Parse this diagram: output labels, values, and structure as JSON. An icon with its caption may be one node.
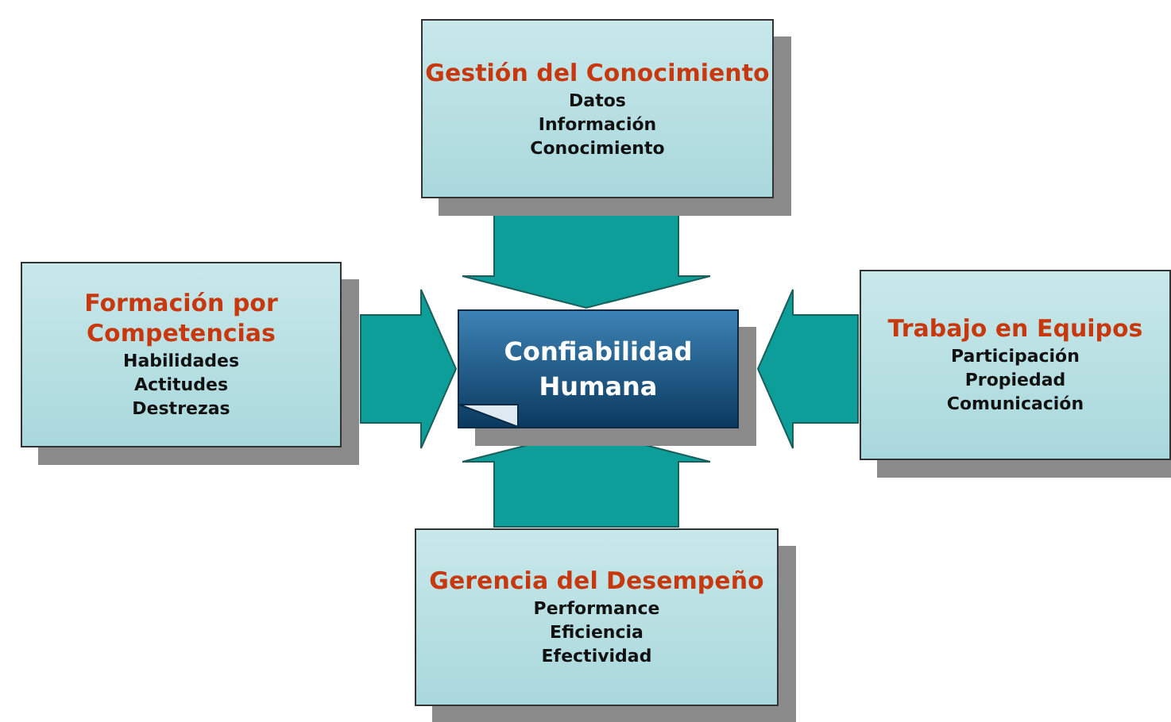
{
  "diagram": {
    "nodes": [
      {
        "text": [
          "Gestión del Conocimiento",
          "Datos",
          "Información",
          "Conocimiento"
        ]
      },
      {
        "text": [
          "Formación por Competencias",
          "Habilidades",
          "Actitudes",
          "Destrezas"
        ]
      },
      {
        "text": [
          "Confiabilidad Humana"
        ]
      },
      {
        "text": [
          "Trabajo en Equipos",
          "Participación",
          "Propiedad",
          "Comunicación"
        ]
      },
      {
        "text": [
          "Gerencia del Desempeño",
          "Performance",
          "Eficiencia",
          "Efectividad"
        ]
      }
    ],
    "edges": [
      {
        "from": 0,
        "to": 2,
        "arrow": "to"
      },
      {
        "from": 1,
        "to": 2,
        "arrow": "to"
      },
      {
        "from": 3,
        "to": 2,
        "arrow": "to"
      },
      {
        "from": 4,
        "to": 2,
        "arrow": "to"
      }
    ]
  }
}
